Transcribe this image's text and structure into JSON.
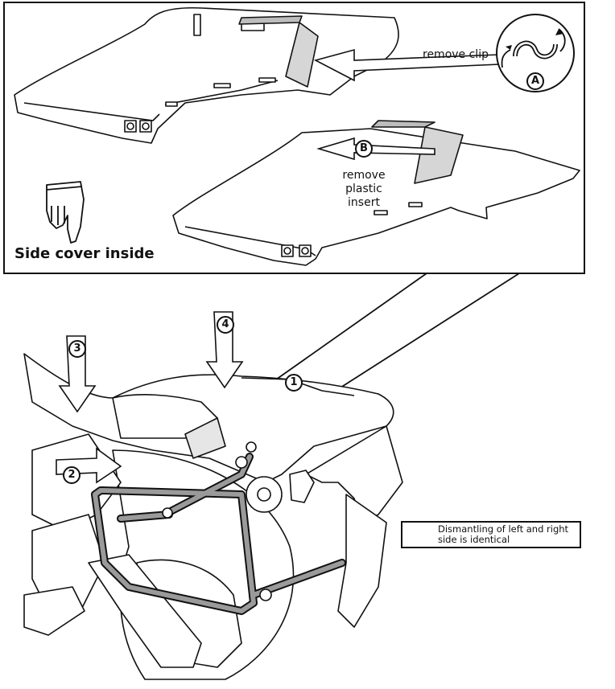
{
  "labels": {
    "remove_clip": "remove clip",
    "remove_plastic_insert": "remove plastic insert",
    "side_cover_inside": "Side cover inside",
    "note": "Dismantling of left and right side is identical"
  },
  "markers": {
    "a": "A",
    "b": "B",
    "steps": [
      "1",
      "2",
      "3",
      "4"
    ]
  },
  "icons": [
    "pointing-hand-icon",
    "rotation-clip-icon",
    "small-hand-icon"
  ],
  "colors": {
    "line": "#111111",
    "frame_fill": "#9a9a9a",
    "plastic": "#d6d6d6"
  }
}
